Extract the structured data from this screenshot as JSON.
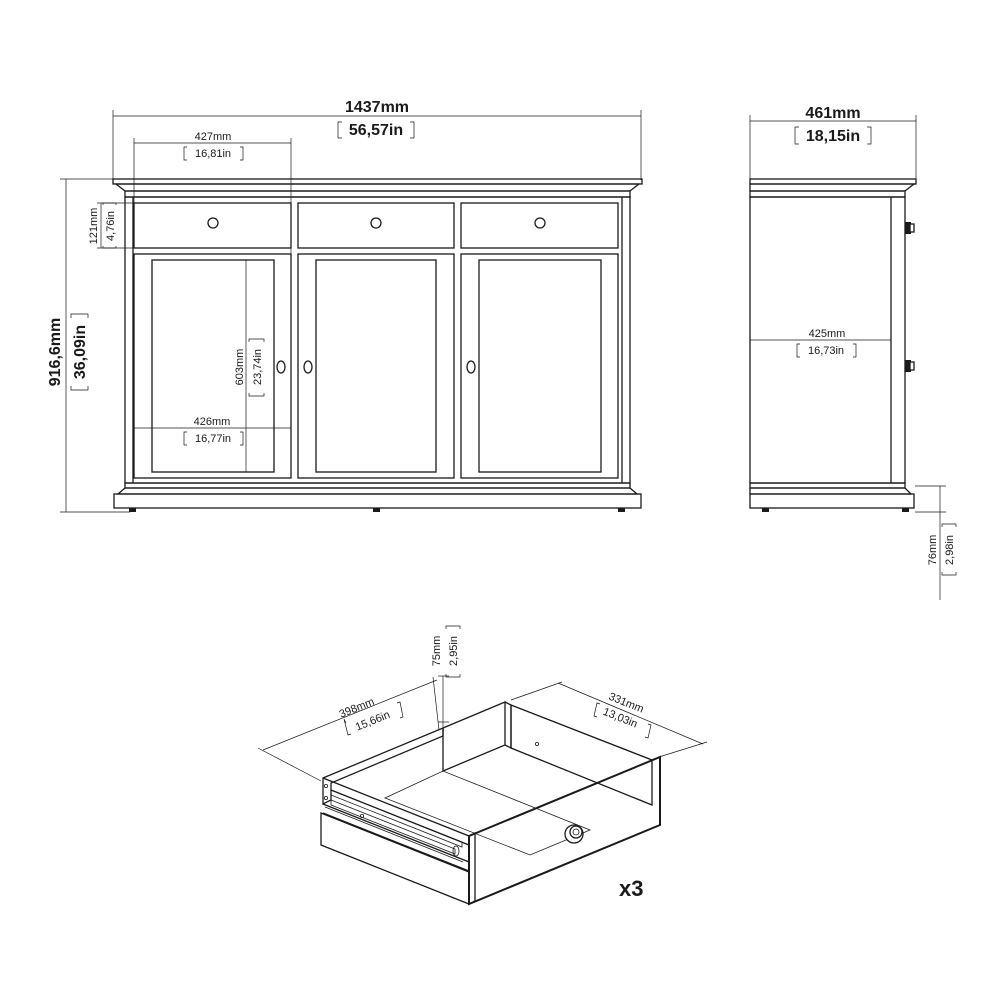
{
  "front_view": {
    "total_width_mm": "1437mm",
    "total_width_in": "56,57in",
    "compartment_width_mm": "427mm",
    "compartment_width_in": "16,81in",
    "drawer_height_mm": "121mm",
    "drawer_height_in": "4,76in",
    "total_height_mm": "916,6mm",
    "total_height_in": "36,09in",
    "door_height_mm": "603mm",
    "door_height_in": "23,74in",
    "inner_width_mm": "426mm",
    "inner_width_in": "16,77in"
  },
  "side_view": {
    "depth_mm": "461mm",
    "depth_in": "18,15in",
    "inner_depth_mm": "425mm",
    "inner_depth_in": "16,73in",
    "leg_height_mm": "76mm",
    "leg_height_in": "2,98in"
  },
  "drawer_view": {
    "width_mm": "398mm",
    "width_in": "15,66in",
    "depth_mm": "331mm",
    "depth_in": "13,03in",
    "height_mm": "75mm",
    "height_in": "2,95in",
    "quantity": "x3"
  }
}
